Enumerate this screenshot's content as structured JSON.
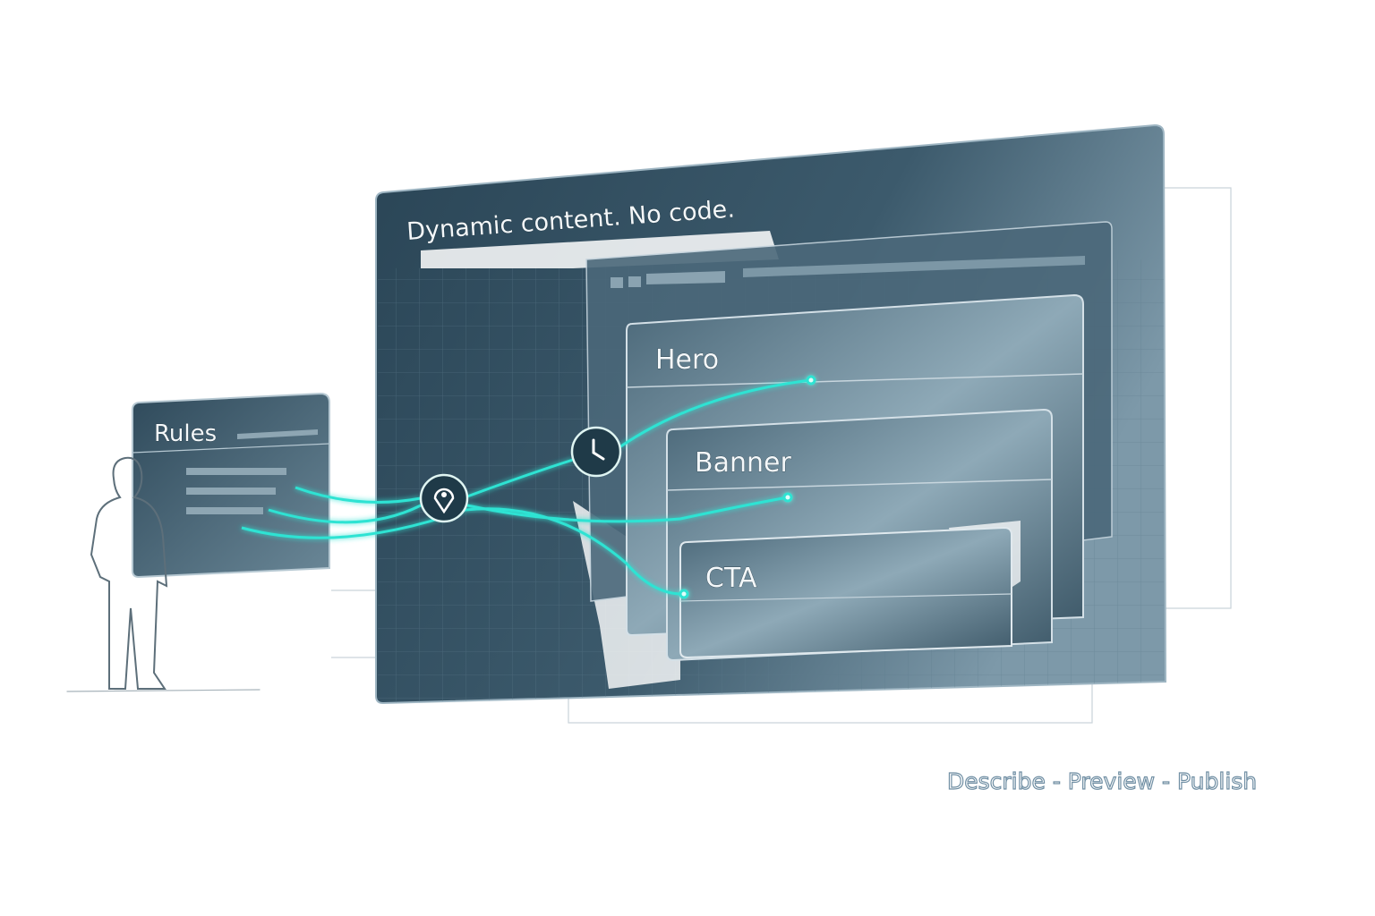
{
  "headline": "Dynamic content. No code.",
  "rules_panel": {
    "title": "Rules"
  },
  "cards": [
    {
      "label": "Hero"
    },
    {
      "label": "Banner"
    },
    {
      "label": "CTA"
    }
  ],
  "flow_icons": [
    "location-pin-icon",
    "clock-icon"
  ],
  "caption": "Describe - Preview - Publish",
  "colors": {
    "panel_dark": "#243d4d",
    "panel_light": "#7895a6",
    "flow_accent": "#2fe3d3",
    "caption_outline": "#6f8ea3"
  }
}
